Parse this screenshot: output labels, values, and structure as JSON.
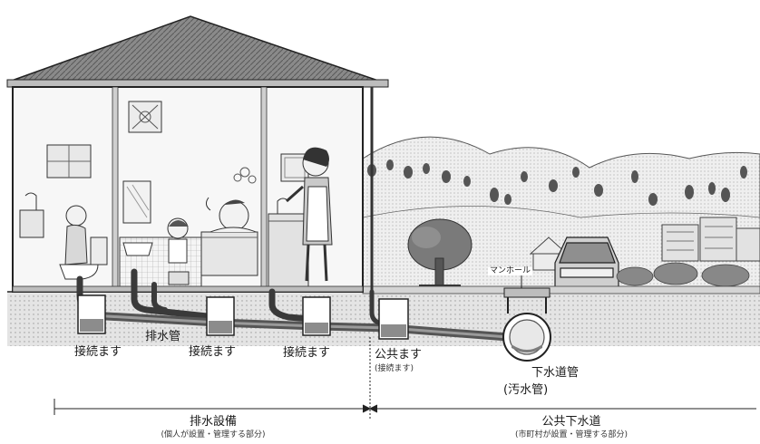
{
  "labels": {
    "pipe": "排水管",
    "connection_box_1": "接続ます",
    "connection_box_2": "接続ます",
    "connection_box_3": "接続ます",
    "public_box": "公共ます",
    "public_box_note": "(接続ます)",
    "sewer_pipe": "下水道管",
    "sewer_pipe_note": "(汚水管)",
    "manhole": "マンホール",
    "private_section_title": "排水設備",
    "private_section_note": "(個人が設置・管理する部分)",
    "public_section_title": "公共下水道",
    "public_section_note": "(市町村が設置・管理する部分)"
  },
  "colors": {
    "line": "#222222",
    "ground": "#d9d9d9",
    "pipe": "#555555",
    "pipe_dark": "#3a3a3a",
    "wall": "#f2f2f2",
    "roof": "#7a7a7a",
    "water": "#8c8c8c",
    "hill": "#c8c8c8",
    "tree": "#6e6e6e"
  }
}
